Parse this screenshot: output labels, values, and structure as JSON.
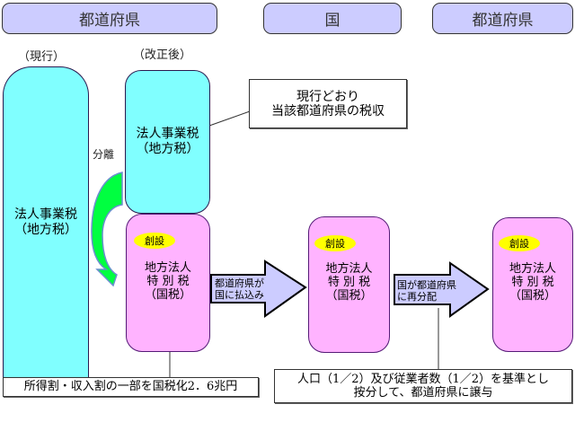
{
  "headers": {
    "prefecture_left": "都道府県",
    "national": "国",
    "prefecture_right": "都道府県"
  },
  "labels": {
    "current": "（現行）",
    "revised": "（改正後）",
    "separation": "分離"
  },
  "boxes": {
    "current_business_tax": [
      "法人事業税",
      "（地方税）"
    ],
    "revised_business_tax": [
      "法人事業税",
      "（地方税）"
    ],
    "special_tax": {
      "badge": "創設",
      "lines": [
        "地方法人",
        "特 別 税",
        "（国税）"
      ]
    }
  },
  "notes": {
    "current_collection": [
      "現行どおり",
      "当該都道府県の税収"
    ],
    "nationalization": "所得割・収入割の一部を国税化2．6兆円",
    "allocation": [
      "人口（1／2）及び従業者数（1／2）を基準とし",
      "按分して、都道府県に譲与"
    ]
  },
  "arrows": {
    "pay_in": [
      "都道府県が",
      "国に払込み"
    ],
    "redistribute": [
      "国が都道府県",
      "に再分配"
    ]
  },
  "colors": {
    "header": "#ccccff",
    "local_tax": "#80ffff",
    "special_tax": "#ffb3ff",
    "badge": "#ffff00",
    "separation_arrow": "#00ff40",
    "flow_arrow": "#ccccff"
  }
}
